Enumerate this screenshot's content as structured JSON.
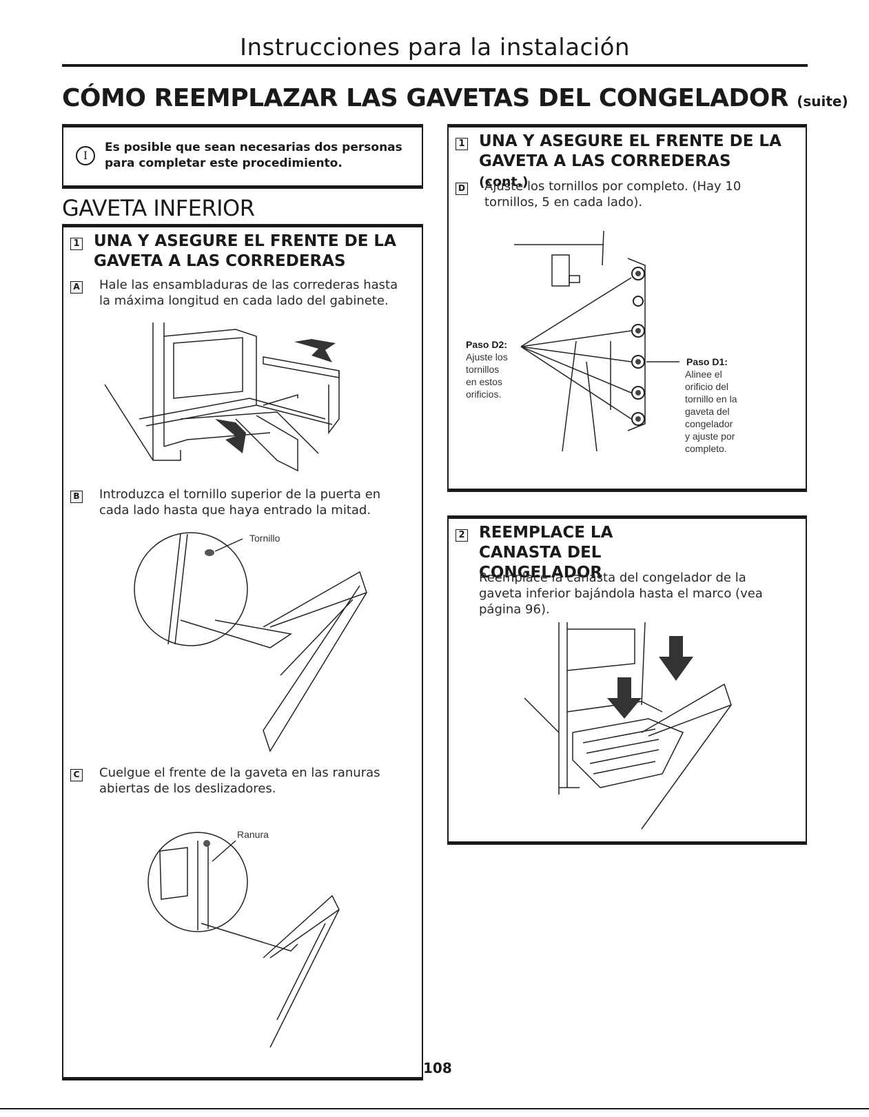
{
  "header": {
    "title": "Instrucciones para la instalación"
  },
  "section": {
    "title": "CÓMO REEMPLAZAR LAS GAVETAS DEL CONGELADOR",
    "suffix": "(suite)"
  },
  "note": {
    "icon": "info-icon",
    "icon_glyph": "I",
    "text": "Es posible que sean necesarias dos personas para completar este procedimiento."
  },
  "subsection": {
    "title": "GAVETA INFERIOR"
  },
  "left_step": {
    "number": "1",
    "title": "UNA Y ASEGURE EL FRENTE DE LA GAVETA A LAS CORREDERAS",
    "items": [
      {
        "letter": "A",
        "text": "Hale las ensambladuras de las correderas hasta la máxima longitud en cada lado del gabinete."
      },
      {
        "letter": "B",
        "text": "Introduzca el tornillo superior de la puerta en cada lado hasta que haya entrado la mitad.",
        "callout": "Tornillo"
      },
      {
        "letter": "C",
        "text": "Cuelgue el frente de la gaveta en las ranuras abiertas de los deslizadores.",
        "callout": "Ranura"
      }
    ]
  },
  "right_step1": {
    "number": "1",
    "title": "UNA Y ASEGURE EL FRENTE DE LA GAVETA A LAS CORREDERAS",
    "title_suffix": "(cont.)",
    "item": {
      "letter": "D",
      "text": "Ajuste los tornillos por completo. (Hay 10 tornillos, 5 en cada lado)."
    },
    "callout_d2": {
      "label": "Paso D2:",
      "lines": [
        "Ajuste los",
        "tornillos",
        "en estos",
        "orificios."
      ]
    },
    "callout_d1": {
      "label": "Paso D1:",
      "lines": [
        "Alinee el",
        "orificio del",
        "tornillo en la",
        "gaveta del",
        "congelador",
        "y ajuste por",
        "completo."
      ]
    }
  },
  "right_step2": {
    "number": "2",
    "title": "REEMPLACE LA CANASTA DEL CONGELADOR",
    "text": "Reemplace la canasta del congelador de la gaveta inferior bajándola hasta el marco (vea página 96)."
  },
  "page_number": "108"
}
